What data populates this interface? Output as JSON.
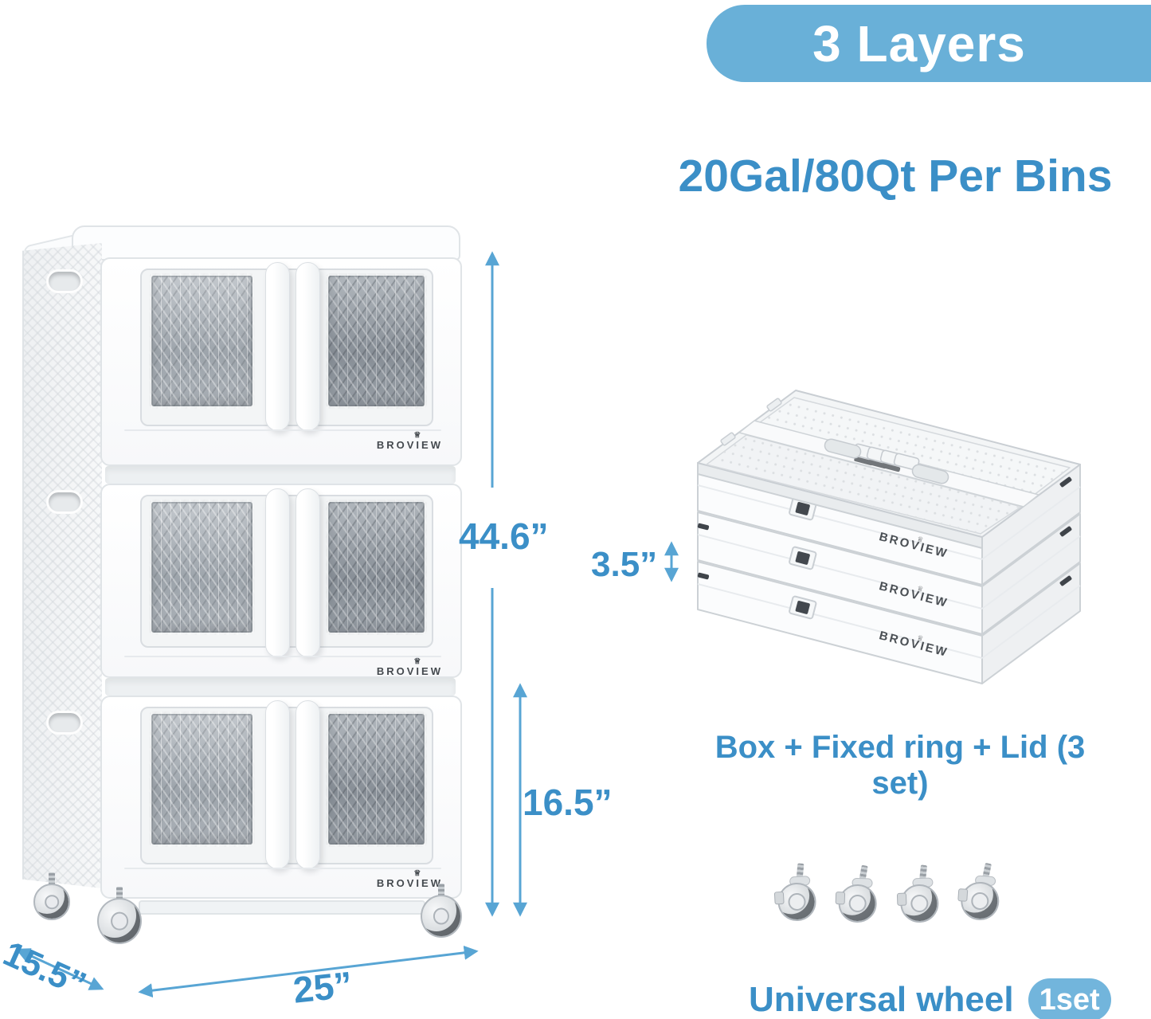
{
  "header": {
    "badge_label": "3 Layers",
    "subtitle": "20Gal/80Qt Per Bins"
  },
  "brand": {
    "name": "BROVIEW",
    "crown": "♕"
  },
  "dimensions": {
    "total_height": "44.6”",
    "single_unit_height": "16.5”",
    "width": "25”",
    "depth": "15.5”",
    "folded_height": "3.5”"
  },
  "folded_caption": "Box + Fixed ring + Lid (3 set)",
  "wheels": {
    "label": "Universal wheel",
    "badge": "1set"
  },
  "colors": {
    "accent_text": "#3b8fc7",
    "badge_bg": "#69b0d8",
    "arrow": "#58a5d4",
    "set_badge_bg": "#72b5dc"
  }
}
